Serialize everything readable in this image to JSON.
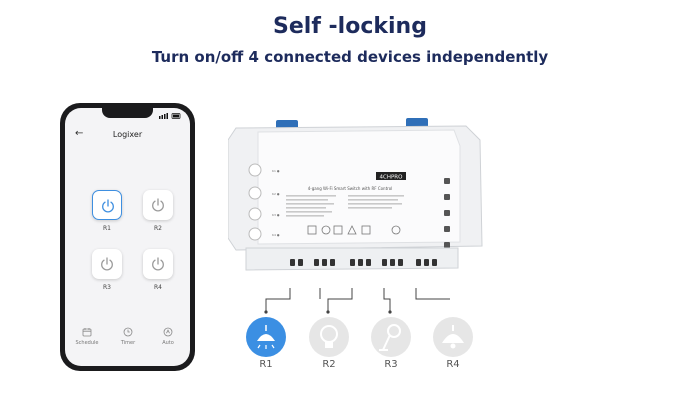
{
  "header": {
    "title": "Self -locking",
    "subtitle": "Turn on/off 4 connected devices independently"
  },
  "phone": {
    "app_title": "Logixer",
    "switches": [
      {
        "label": "R1",
        "state": "on"
      },
      {
        "label": "R2",
        "state": "off"
      },
      {
        "label": "R3",
        "state": "off"
      },
      {
        "label": "R4",
        "state": "off"
      }
    ],
    "nav": [
      {
        "label": "Schedule",
        "icon": "calendar-icon"
      },
      {
        "label": "Timer",
        "icon": "clock-icon"
      },
      {
        "label": "Auto",
        "icon": "auto-icon"
      }
    ],
    "accent": "#3e8fe0"
  },
  "device": {
    "model_badge": "4CHPRO",
    "product_name": "4-gang Wi-Fi Smart Switch with RF Control"
  },
  "relays": [
    {
      "label": "R1",
      "device": "ceiling-lamp-icon",
      "state": "on",
      "color": "#3b8fe3"
    },
    {
      "label": "R2",
      "device": "light-bulb-icon",
      "state": "off",
      "color": "#e6e6e6"
    },
    {
      "label": "R3",
      "device": "floor-lamp-icon",
      "state": "off",
      "color": "#e6e6e6"
    },
    {
      "label": "R4",
      "device": "pendant-lamp-icon",
      "state": "off",
      "color": "#e6e6e6"
    }
  ],
  "colors": {
    "title": "#1d2b5c",
    "on": "#3b8fe3",
    "off": "#e6e6e6"
  }
}
